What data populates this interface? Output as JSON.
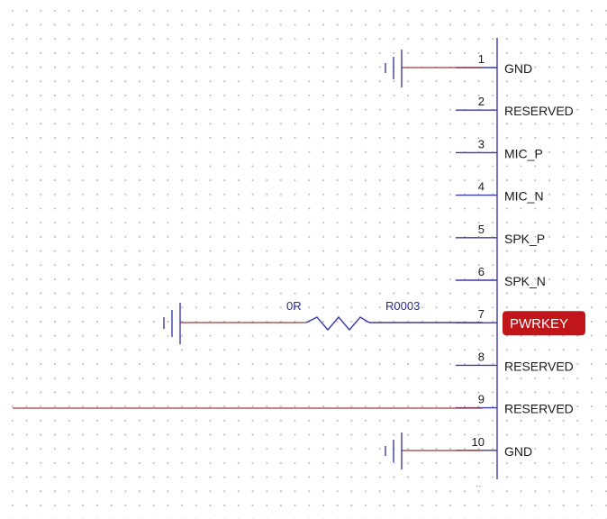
{
  "connector": {
    "pins": [
      {
        "number": "1",
        "name": "GND",
        "highlighted": false
      },
      {
        "number": "2",
        "name": "RESERVED",
        "highlighted": false
      },
      {
        "number": "3",
        "name": "MIC_P",
        "highlighted": false
      },
      {
        "number": "4",
        "name": "MIC_N",
        "highlighted": false
      },
      {
        "number": "5",
        "name": "SPK_P",
        "highlighted": false
      },
      {
        "number": "6",
        "name": "SPK_N",
        "highlighted": false
      },
      {
        "number": "7",
        "name": "PWRKEY",
        "highlighted": true
      },
      {
        "number": "8",
        "name": "RESERVED",
        "highlighted": false
      },
      {
        "number": "9",
        "name": "RESERVED",
        "highlighted": false
      },
      {
        "number": "10",
        "name": "GND",
        "highlighted": false
      }
    ]
  },
  "resistor": {
    "value": "0R",
    "designator": "R0003"
  },
  "colors": {
    "pin_line": "#3a3aa8",
    "wire": "#9a3a3a",
    "highlight_bg": "#c0161a",
    "highlight_text": "#ffffff",
    "grid_dot": "#b9b9b9"
  }
}
